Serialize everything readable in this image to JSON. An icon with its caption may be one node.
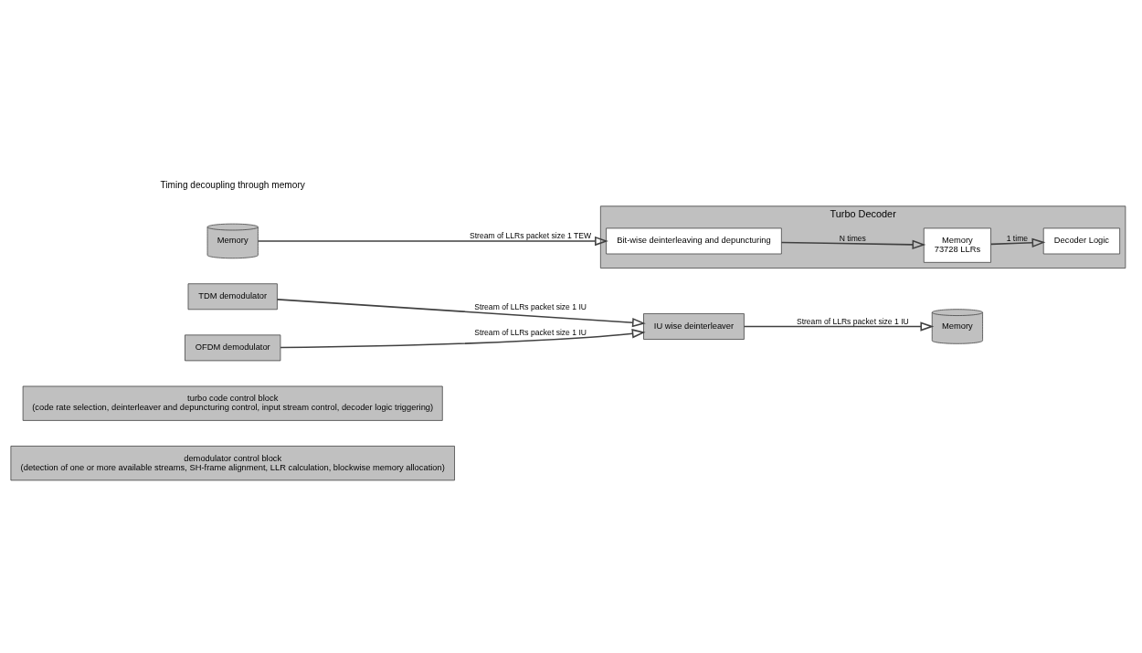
{
  "diagram": {
    "nodes": [
      {
        "text": [
          "demodulator control block",
          "(detection of one or more available streams, SH-frame alignment, LLR calculation, blockwise memory allocation)"
        ]
      },
      {
        "text": [
          "turbo code control block",
          "(code rate selection, deinterleaver and depuncturing control, input stream control, decoder logic triggering)"
        ]
      },
      {
        "text": [
          "TDM demodulator"
        ]
      },
      {
        "text": [
          "OFDM demodulator"
        ]
      },
      {
        "text": [
          "IU wise deinterleaver"
        ]
      },
      {
        "text": [
          "Memory"
        ]
      },
      {
        "text": [
          "Turbo Decoder"
        ]
      },
      {
        "text": [
          "Bit-wise deinterleaving and depuncturing"
        ],
        "in": 6
      },
      {
        "text": [
          "Memory",
          "73728 LLRs"
        ],
        "in": 6
      },
      {
        "text": [
          "Decoder Logic"
        ],
        "in": 6
      },
      {
        "text": [
          "Memory"
        ]
      }
    ],
    "edges": [
      {
        "from": 2,
        "to": 4,
        "arrow": "to",
        "label": "Stream of LLRs packet size 1 IU"
      },
      {
        "from": 3,
        "to": 4,
        "arrow": "to",
        "label": "Stream of LLRs packet size 1 IU"
      },
      {
        "from": 4,
        "to": 5,
        "arrow": "to",
        "label": "Stream of LLRs packet size 1 IU"
      },
      {
        "from": 10,
        "to": 7,
        "arrow": "to",
        "label": "Stream of LLRs packet size 1 TEW"
      },
      {
        "from": 7,
        "to": 8,
        "arrow": "to",
        "label": "N times"
      },
      {
        "from": 8,
        "to": 9,
        "arrow": "to",
        "label": "1 time"
      }
    ],
    "labels": [
      "Timing decoupling through memory"
    ]
  }
}
